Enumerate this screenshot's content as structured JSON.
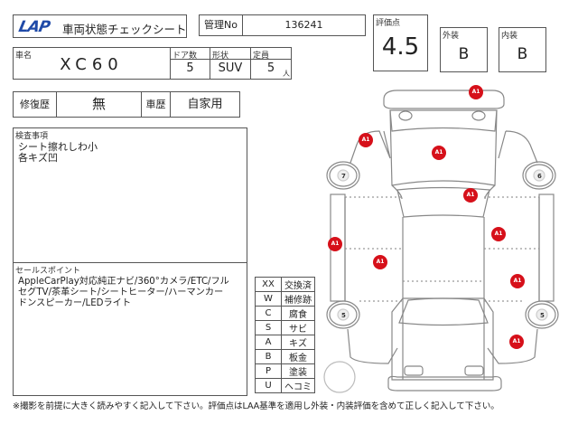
{
  "header": {
    "logo": "LAP",
    "title": "車両状態チェックシート",
    "management_no_label": "管理No",
    "management_no": "136241"
  },
  "vehicle": {
    "name_label": "車名",
    "name": "XC60",
    "doors_label": "ドア数",
    "doors": "5",
    "shape_label": "形状",
    "shape": "SUV",
    "capacity_label": "定員",
    "capacity": "5",
    "capacity_unit": "人"
  },
  "rating": {
    "score_label": "評価点",
    "score": "4.5",
    "exterior_label": "外装",
    "exterior": "B",
    "interior_label": "内装",
    "interior": "B"
  },
  "history": {
    "repair_label": "修復歴",
    "repair": "無",
    "usage_label": "車歴",
    "usage": "自家用"
  },
  "inspection": {
    "label": "検査事項",
    "lines": [
      "シート擦れしわ小",
      "各キズ凹"
    ]
  },
  "sales_point": {
    "label": "セールスポイント",
    "lines": [
      "AppleCarPlay対応純正ナビ/360°カメラ/ETC/フル",
      "セグTV/茶革シート/シートヒーター/ハーマンカー",
      "ドンスピーカー/LEDライト"
    ]
  },
  "legend": [
    {
      "code": "XX",
      "meaning": "交換済"
    },
    {
      "code": "W",
      "meaning": "補修跡"
    },
    {
      "code": "C",
      "meaning": "腐食"
    },
    {
      "code": "S",
      "meaning": "サビ"
    },
    {
      "code": "A",
      "meaning": "キズ"
    },
    {
      "code": "B",
      "meaning": "板金"
    },
    {
      "code": "P",
      "meaning": "塗装"
    },
    {
      "code": "U",
      "meaning": "ヘコミ"
    }
  ],
  "diagram": {
    "wheels": [
      {
        "label": "7"
      },
      {
        "label": "6"
      },
      {
        "label": "5"
      },
      {
        "label": "5"
      }
    ],
    "markers": [
      {
        "label": "A1",
        "area": "rear-bumper"
      },
      {
        "label": "A1",
        "area": "left-rear-fender"
      },
      {
        "label": "A1",
        "area": "tailgate"
      },
      {
        "label": "A1",
        "area": "roof-rear"
      },
      {
        "label": "A1",
        "area": "left-rocker"
      },
      {
        "label": "A1",
        "area": "right-rear-door"
      },
      {
        "label": "A1",
        "area": "left-front-door"
      },
      {
        "label": "A1",
        "area": "right-front-door"
      },
      {
        "label": "A1",
        "area": "right-front-fender"
      }
    ]
  },
  "footer": {
    "note": "※撮影を前提に大きく読みやすく記入して下さい。評価点はLAA基準を適用し外装・内装評価を含めて正しく記入して下さい。"
  }
}
